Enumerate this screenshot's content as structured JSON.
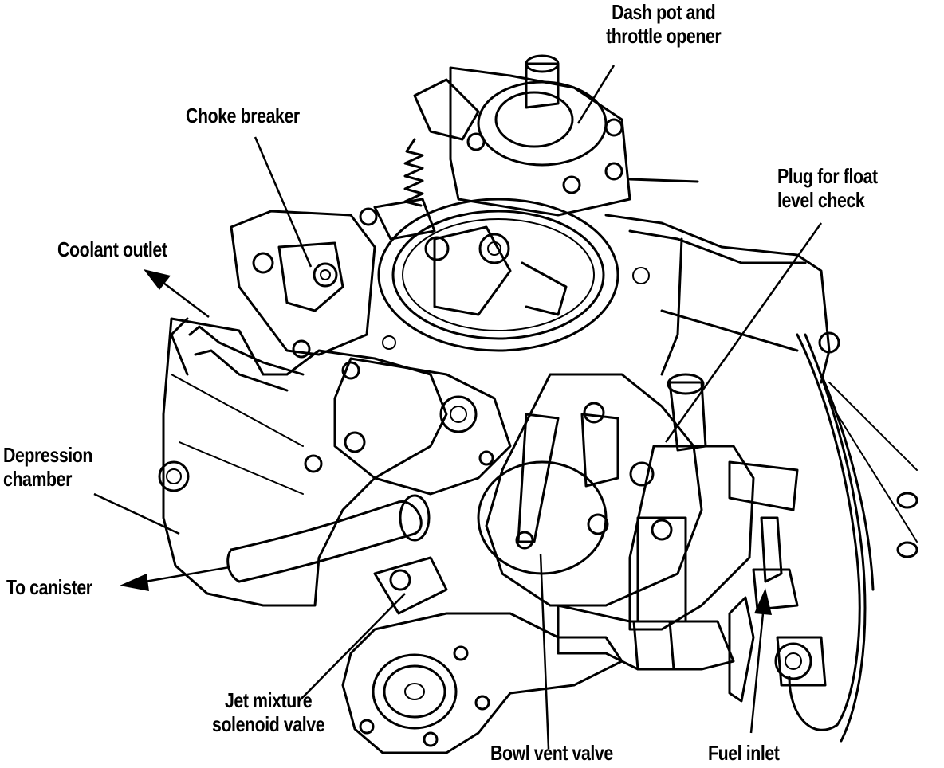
{
  "labels": {
    "dash_pot_line1": "Dash pot and",
    "dash_pot_line2": "throttle opener",
    "choke_breaker": "Choke breaker",
    "plug_line1": "Plug for float",
    "plug_line2": "level check",
    "coolant_outlet": "Coolant outlet",
    "depression_line1": "Depression",
    "depression_line2": "chamber",
    "to_canister": "To canister",
    "jet_line1": "Jet mixture",
    "jet_line2": "solenoid valve",
    "bowl_vent": "Bowl vent valve",
    "fuel_inlet": "Fuel inlet"
  },
  "colors": {
    "ink": "#000000",
    "background": "#ffffff"
  }
}
